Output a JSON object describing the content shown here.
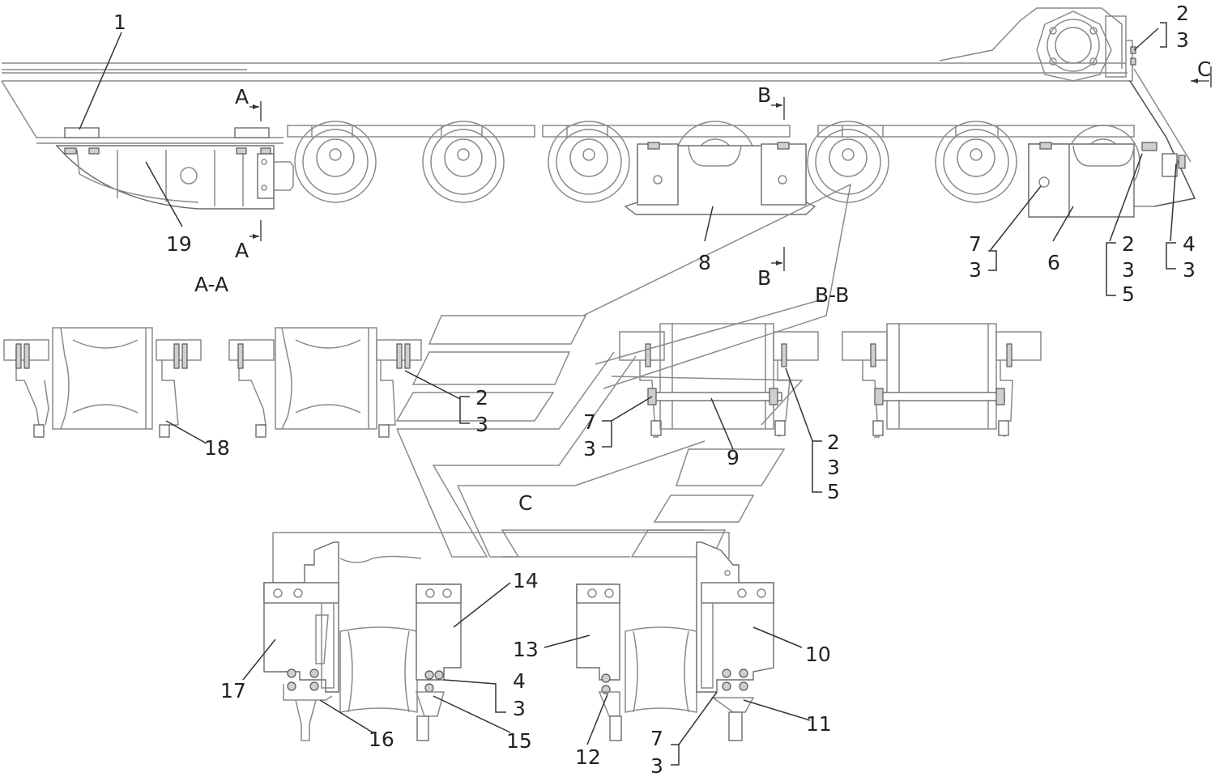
{
  "diagram": {
    "callouts": [
      {
        "id": "c1",
        "text": "1"
      },
      {
        "id": "c19",
        "text": "19"
      },
      {
        "id": "c8",
        "text": "8"
      },
      {
        "id": "c6",
        "text": "6"
      },
      {
        "id": "c2_top",
        "text": "2"
      },
      {
        "id": "c3_top",
        "text": "3"
      },
      {
        "id": "c7_right",
        "text": "7"
      },
      {
        "id": "c3_right7",
        "text": "3"
      },
      {
        "id": "c2_right",
        "text": "2"
      },
      {
        "id": "c3_right2",
        "text": "3"
      },
      {
        "id": "c5_right",
        "text": "5"
      },
      {
        "id": "c4_right",
        "text": "4"
      },
      {
        "id": "c3_right4",
        "text": "3"
      },
      {
        "id": "c18",
        "text": "18"
      },
      {
        "id": "c2_aa",
        "text": "2"
      },
      {
        "id": "c3_aa",
        "text": "3"
      },
      {
        "id": "c7_bb",
        "text": "7"
      },
      {
        "id": "c3_bb7",
        "text": "3"
      },
      {
        "id": "c9",
        "text": "9"
      },
      {
        "id": "c2_bb",
        "text": "2"
      },
      {
        "id": "c3_bb2",
        "text": "3"
      },
      {
        "id": "c5_bb",
        "text": "5"
      },
      {
        "id": "c14",
        "text": "14"
      },
      {
        "id": "c17",
        "text": "17"
      },
      {
        "id": "c4_c",
        "text": "4"
      },
      {
        "id": "c3_c4",
        "text": "3"
      },
      {
        "id": "c16",
        "text": "16"
      },
      {
        "id": "c15",
        "text": "15"
      },
      {
        "id": "c13",
        "text": "13"
      },
      {
        "id": "c12",
        "text": "12"
      },
      {
        "id": "c10",
        "text": "10"
      },
      {
        "id": "c11",
        "text": "11"
      },
      {
        "id": "c7_c",
        "text": "7"
      },
      {
        "id": "c3_c7",
        "text": "3"
      }
    ],
    "section_marks": {
      "a_top": "A",
      "a_bottom": "A",
      "b_top": "B",
      "b_bottom": "B",
      "c_arrow": "C"
    },
    "view_titles": {
      "aa": "A-A",
      "bb": "B-B",
      "c": "C"
    }
  }
}
